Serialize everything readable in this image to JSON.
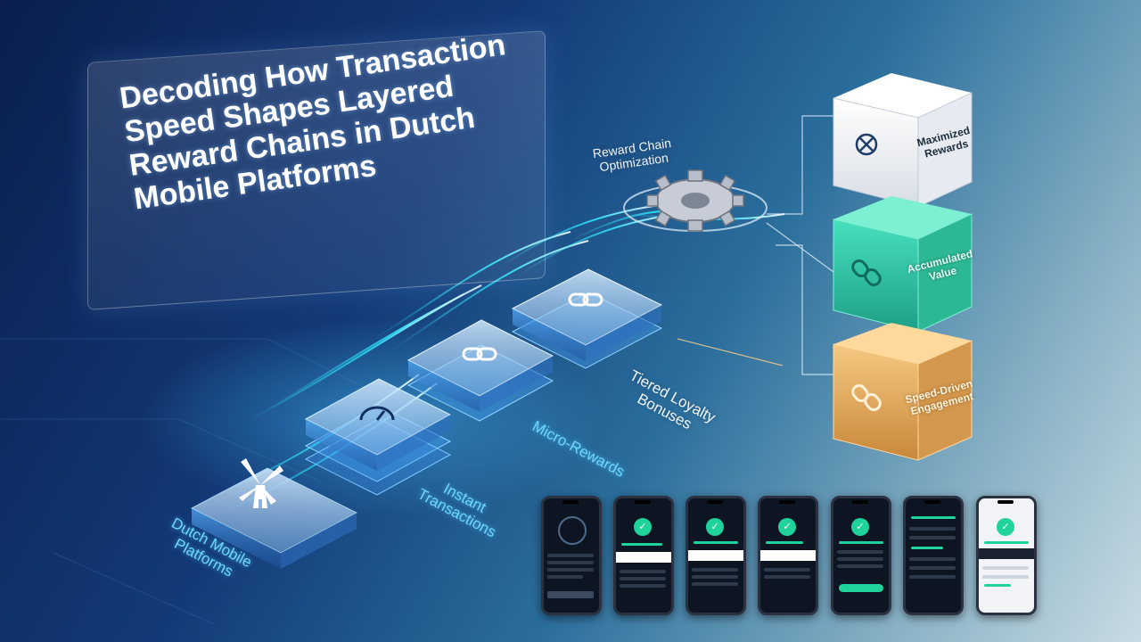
{
  "title": "Decoding How Transaction Speed Shapes Layered Reward Chains in Dutch Mobile Platforms",
  "labels": {
    "dutch_platforms": "Dutch Mobile Platforms",
    "instant_transactions": "Instant Transactions",
    "micro_rewards": "Micro-Rewards",
    "tiered_loyalty": "Tiered Loyalty Bonuses",
    "reward_chain_optimization": "Reward Chain Optimization"
  },
  "cubes": {
    "top": "Maximized Rewards",
    "middle": "Accumulated Value",
    "bottom": "Speed-Driven Engagement"
  },
  "icons": [
    "windmill-icon",
    "speedometer-icon",
    "chain-link-icon",
    "gear-icon",
    "crosshair-icon"
  ],
  "colors": {
    "accent_cyan": "#2ee6ff",
    "teal_cube": "#2fc9a6",
    "gold_cube": "#e0a552",
    "white_cube": "#f1f3f6",
    "phone_green": "#1fd39a"
  }
}
